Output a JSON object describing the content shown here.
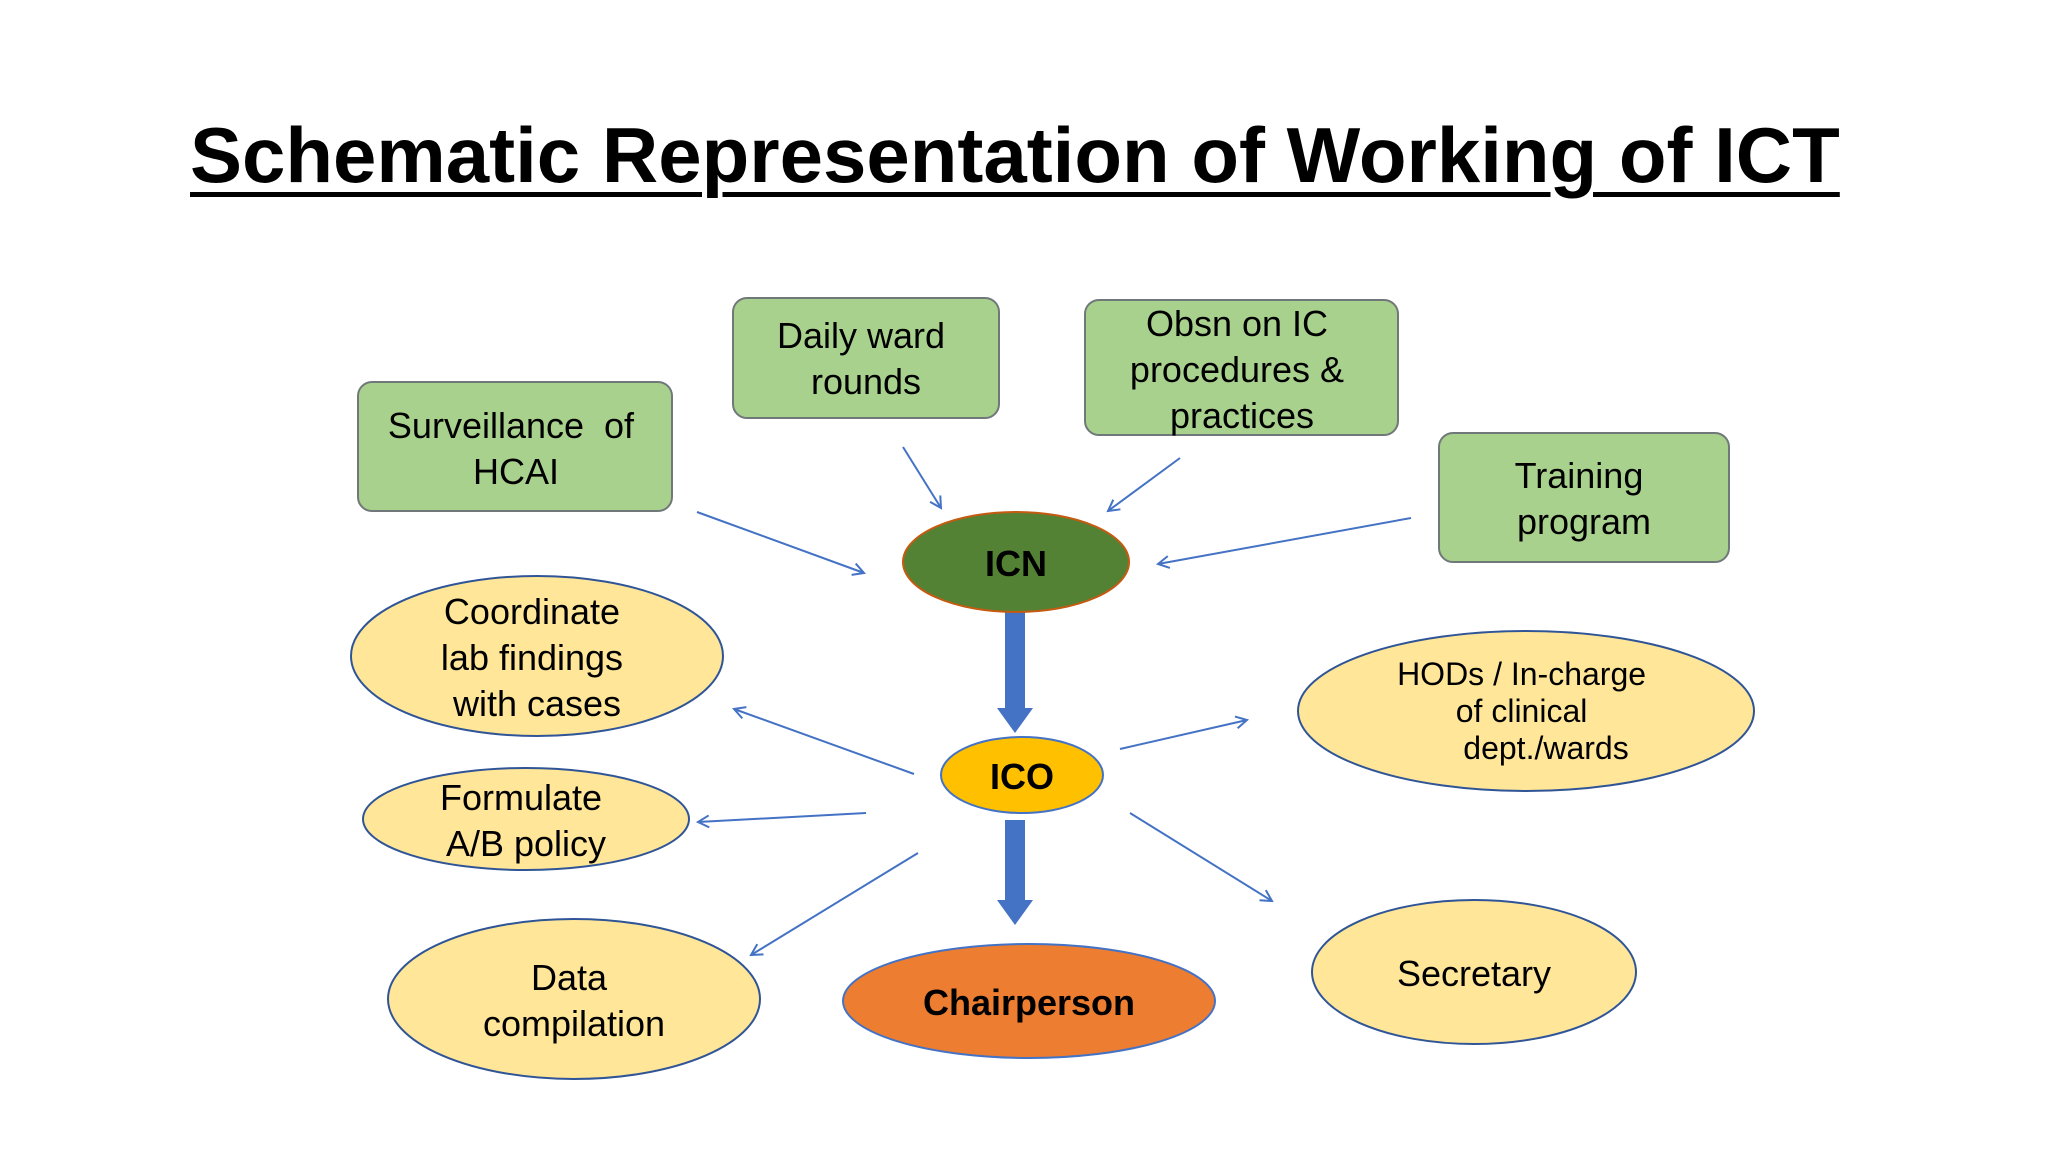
{
  "title": "Schematic Representation of Working of ICT",
  "colors": {
    "green_box_fill": "#a9d18e",
    "green_box_stroke": "#70787a",
    "icn_fill": "#548235",
    "icn_stroke": "#c55a11",
    "ico_fill": "#ffc000",
    "ico_stroke": "#4472c4",
    "chair_fill": "#ed7d31",
    "chair_stroke": "#4472c4",
    "yellow_ellipse_fill": "#ffe699",
    "yellow_ellipse_stroke": "#2f5597",
    "connector_color": "#4472c4",
    "block_arrow_fill": "#4472c4"
  },
  "nodes": {
    "surveillance": {
      "lines": [
        "Surveillance  of",
        "HCAI"
      ]
    },
    "daily_rounds": {
      "lines": [
        "Daily ward",
        "rounds"
      ]
    },
    "obsn": {
      "lines": [
        "Obsn on IC",
        "procedures &",
        "practices"
      ]
    },
    "training": {
      "lines": [
        "Training",
        "program"
      ]
    },
    "icn": {
      "label": "ICN"
    },
    "ico": {
      "label": "ICO"
    },
    "chairperson": {
      "label": "Chairperson"
    },
    "coordinate": {
      "lines": [
        "Coordinate",
        "lab findings",
        "with cases"
      ]
    },
    "formulate": {
      "lines": [
        "Formulate",
        "A/B policy"
      ]
    },
    "data_compilation": {
      "lines": [
        "Data",
        "compilation"
      ]
    },
    "hods": {
      "lines": [
        "HODs / In-charge",
        "of clinical",
        "dept./wards"
      ]
    },
    "secretary": {
      "lines": [
        "Secretary"
      ]
    }
  }
}
